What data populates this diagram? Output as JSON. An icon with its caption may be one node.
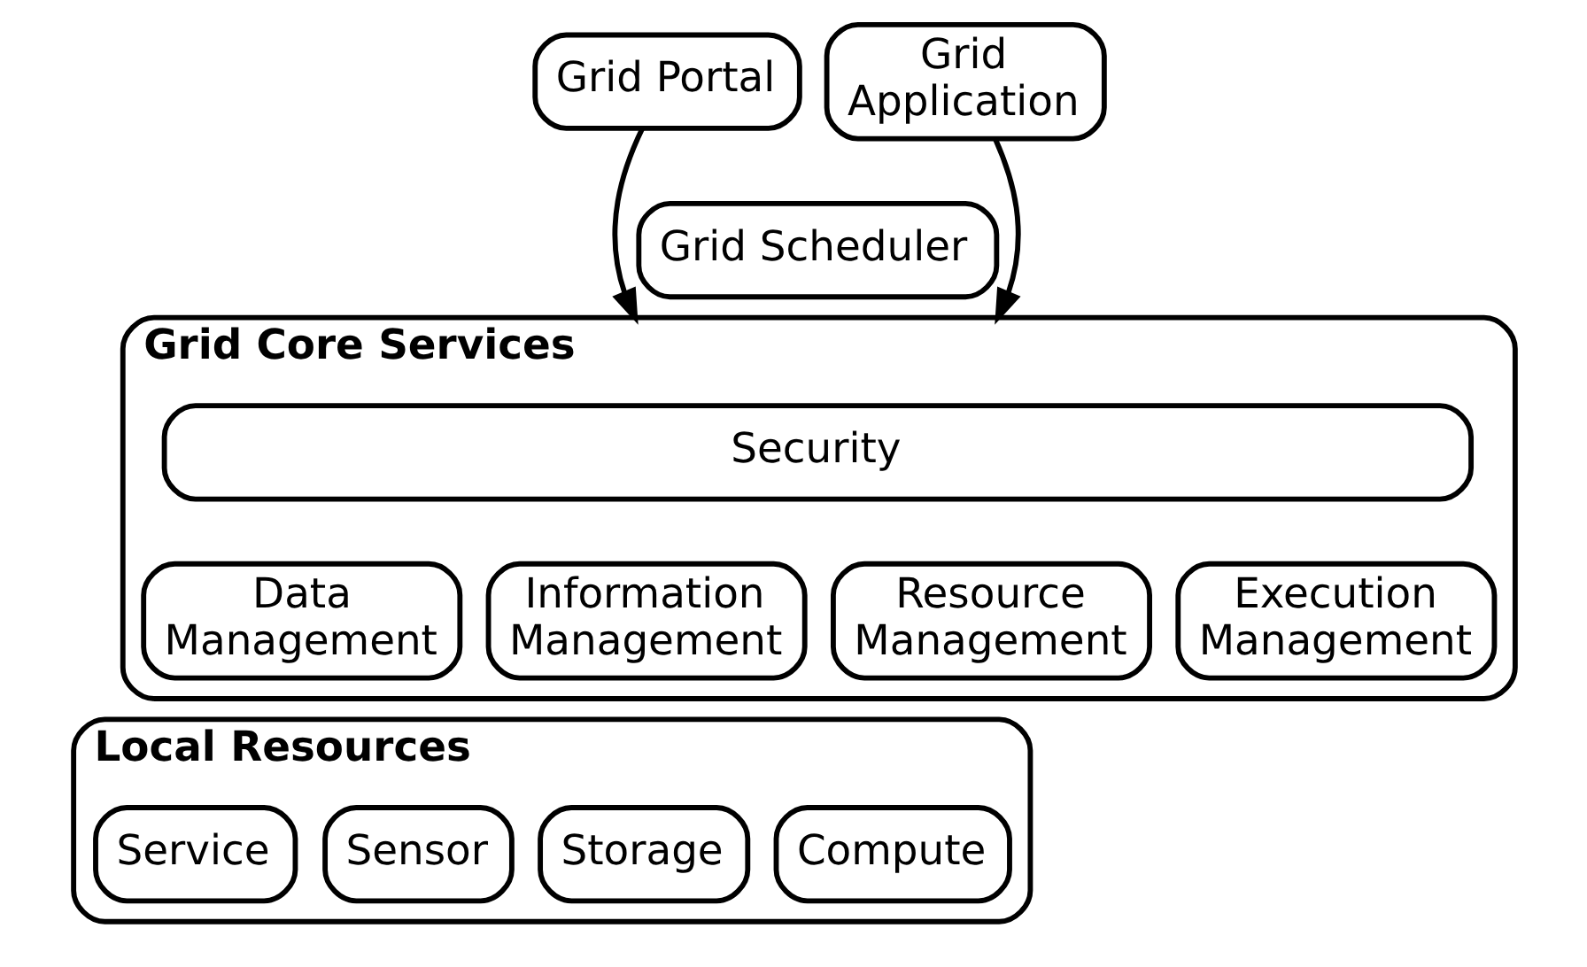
{
  "diagram": {
    "nodes": [
      {
        "text": [
          "Grid Portal"
        ]
      },
      {
        "text": [
          "Grid Application"
        ]
      },
      {
        "text": [
          "Grid Scheduler"
        ]
      },
      {
        "text": [
          "Grid Core Services"
        ]
      },
      {
        "text": [
          "Security"
        ],
        "in": 3
      },
      {
        "text": [
          "Data Management"
        ],
        "in": 3
      },
      {
        "text": [
          "Information Management"
        ],
        "in": 3
      },
      {
        "text": [
          "Resource Management"
        ],
        "in": 3
      },
      {
        "text": [
          "Execution Management"
        ],
        "in": 3
      },
      {
        "text": [
          "Local Resources"
        ]
      },
      {
        "text": [
          "Compute"
        ],
        "in": 9
      },
      {
        "text": [
          "Storage"
        ],
        "in": 9
      },
      {
        "text": [
          "Sensor"
        ],
        "in": 9
      },
      {
        "text": [
          "Service"
        ],
        "in": 9
      }
    ],
    "edges": [
      {
        "from": 0,
        "to": 3,
        "arrow": "to"
      },
      {
        "from": 1,
        "to": 3,
        "arrow": "to"
      }
    ]
  }
}
